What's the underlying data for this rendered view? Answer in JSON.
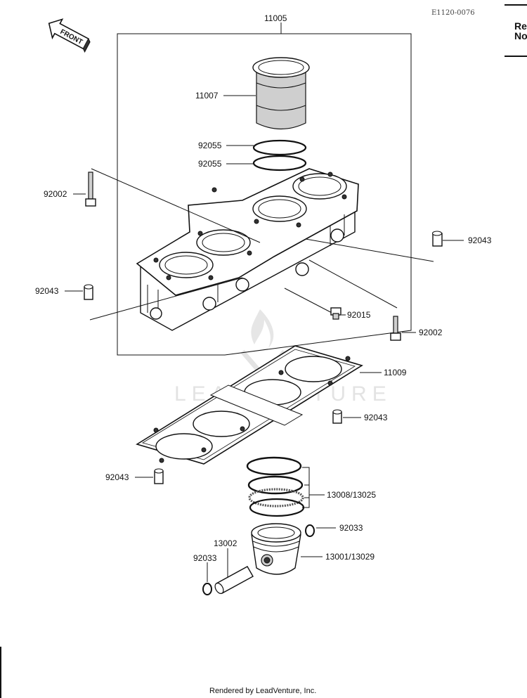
{
  "diagram_ref": "E1120-0076",
  "header_fragment_1": "Re",
  "header_fragment_2": "No",
  "front_label": "FRONT",
  "watermark": "LEADVENTURE",
  "footer": "Rendered by LeadVenture, Inc.",
  "labels": {
    "p11005": "11005",
    "p11007": "11007",
    "p92055_a": "92055",
    "p92055_b": "92055",
    "p92002_left": "92002",
    "p92043_right": "92043",
    "p92043_left": "92043",
    "p92015": "92015",
    "p92002_right": "92002",
    "p11009": "11009",
    "p92043_gasket_right": "92043",
    "p92043_gasket_left": "92043",
    "p13008": "13008/13025",
    "p92033_right": "92033",
    "p13002": "13002",
    "p92033_left": "92033",
    "p13001": "13001/13029"
  }
}
